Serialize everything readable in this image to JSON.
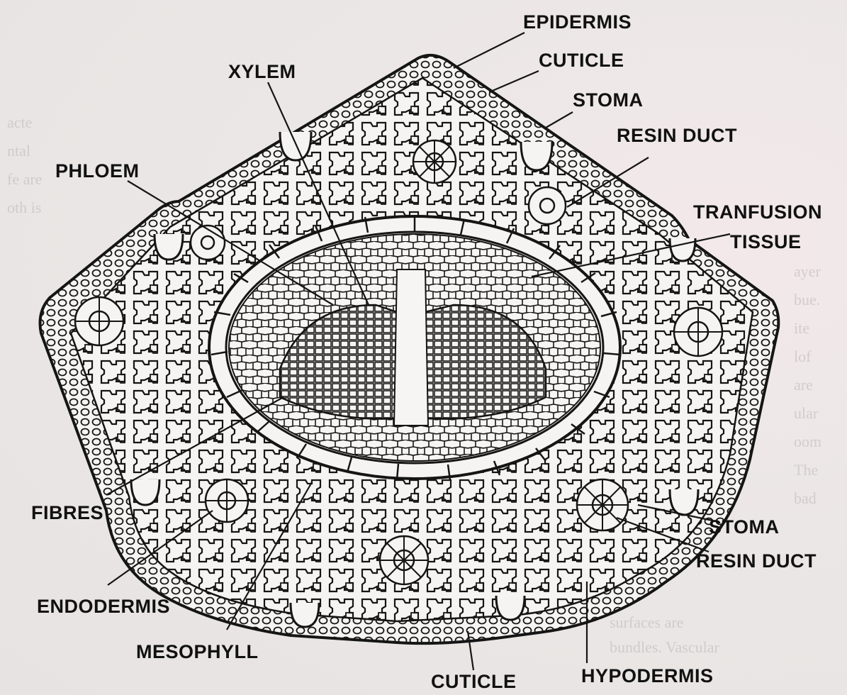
{
  "labels": {
    "epidermis": "EPIDERMIS",
    "cuticle_top": "CUTICLE",
    "stoma_top": "STOMA",
    "resin_duct_top": "RESIN DUCT",
    "xylem": "XYLEM",
    "phloem": "PHLOEM",
    "tranfusion_line1": "TRANFUSION",
    "tranfusion_line2": "TISSUE",
    "fibres": "FIBRES",
    "endodermis": "ENDODERMIS",
    "mesophyll": "MESOPHYLL",
    "cuticle_bottom": "CUTICLE",
    "hypodermis": "HYPODERMIS",
    "stoma_bottom": "STOMA",
    "resin_duct_bottom": "RESIN DUCT"
  },
  "colors": {
    "ink": "#151515",
    "paper": "#ebe7e6",
    "cell_fill": "#f6f4f2"
  }
}
